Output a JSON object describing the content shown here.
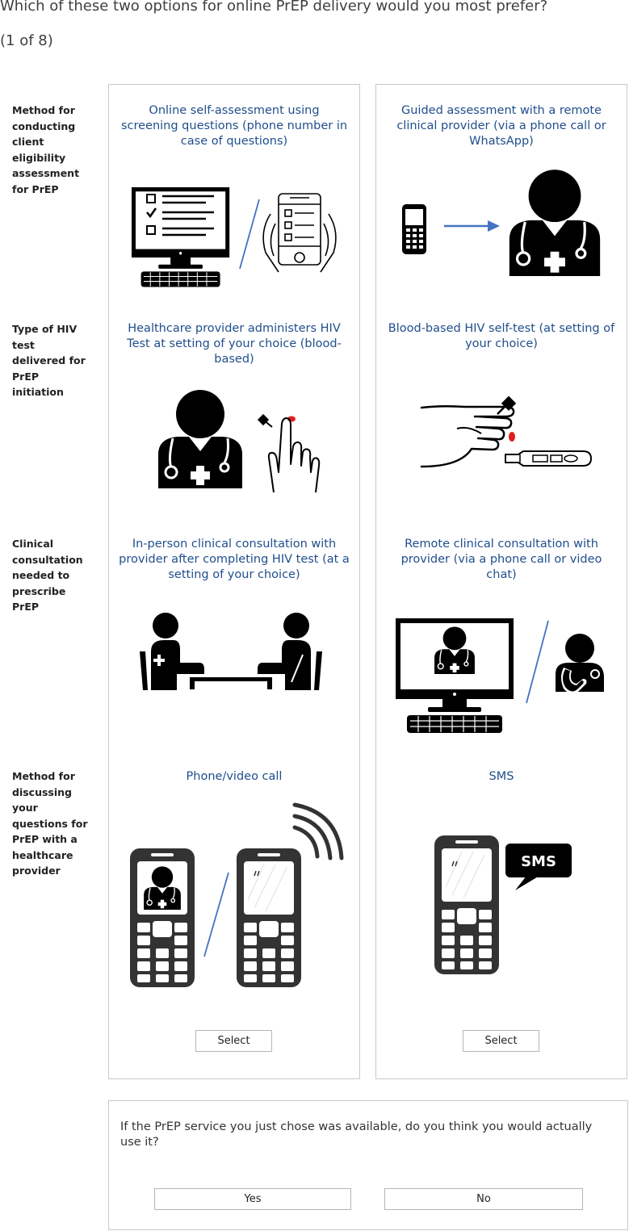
{
  "header": {
    "question": "Which of these two options for online PrEP delivery would you most prefer?",
    "counter": "(1 of 8)"
  },
  "attributes": [
    "Method for conducting client eligibility assessment for PrEP",
    "Type of HIV test delivered for PrEP initiation",
    "Clinical consultation needed to prescribe PrEP",
    "Method for discussing your questions for PrEP with a healthcare provider"
  ],
  "options": [
    {
      "levels": [
        "Online self-assessment using screening questions (phone number in case of questions)",
        "Healthcare provider administers HIV Test at setting of your choice (blood-based)",
        "In-person clinical consultation with provider after completing HIV test (at a setting of your choice)",
        "Phone/video call"
      ],
      "select_label": "Select"
    },
    {
      "levels": [
        "Guided assessment with a remote clinical provider (via a phone call or WhatsApp)",
        "Blood-based HIV self-test (at setting of your choice)",
        "Remote clinical consultation with provider (via a phone call or video chat)",
        "SMS"
      ],
      "select_label": "Select",
      "sms_bubble": "SMS"
    }
  ],
  "followup": {
    "question": "If the PrEP service you just chose was available, do you think you would actually use it?",
    "yes_label": "Yes",
    "no_label": "No"
  },
  "colors": {
    "option_text": "#1f4e8c",
    "divider": "#4472c4",
    "card_border": "#c9c9c9",
    "blood": "#e01e1e"
  }
}
